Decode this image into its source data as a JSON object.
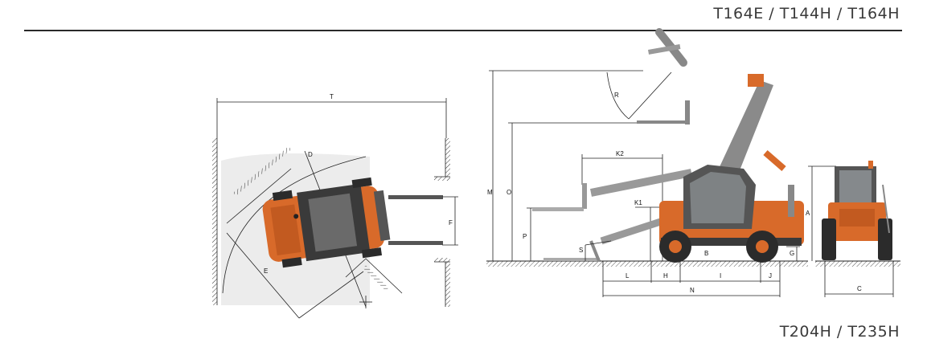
{
  "header": {
    "model_top": "T164E / T144H / T164H",
    "model_bottom": "T204H / T235H"
  },
  "colors": {
    "body_orange": "#d86a2a",
    "boom_gray": "#8a8a8a",
    "tire_dark": "#2b2b2b",
    "rule": "#2a2a2a",
    "zone_fill": "#ececec"
  },
  "icons": {
    "top_view": "telehandler-top-view",
    "side_view": "telehandler-side-view",
    "rear_view": "telehandler-rear-view"
  },
  "dimension_labels": {
    "T": "T",
    "D": "D",
    "E": "E",
    "F": "F",
    "M": "M",
    "O": "O",
    "P": "P",
    "R": "R",
    "S": "S",
    "K2": "K2",
    "K1": "K1",
    "B": "B",
    "G": "G",
    "L": "L",
    "H": "H",
    "I": "I",
    "J": "J",
    "N": "N",
    "A": "A",
    "C": "C"
  }
}
